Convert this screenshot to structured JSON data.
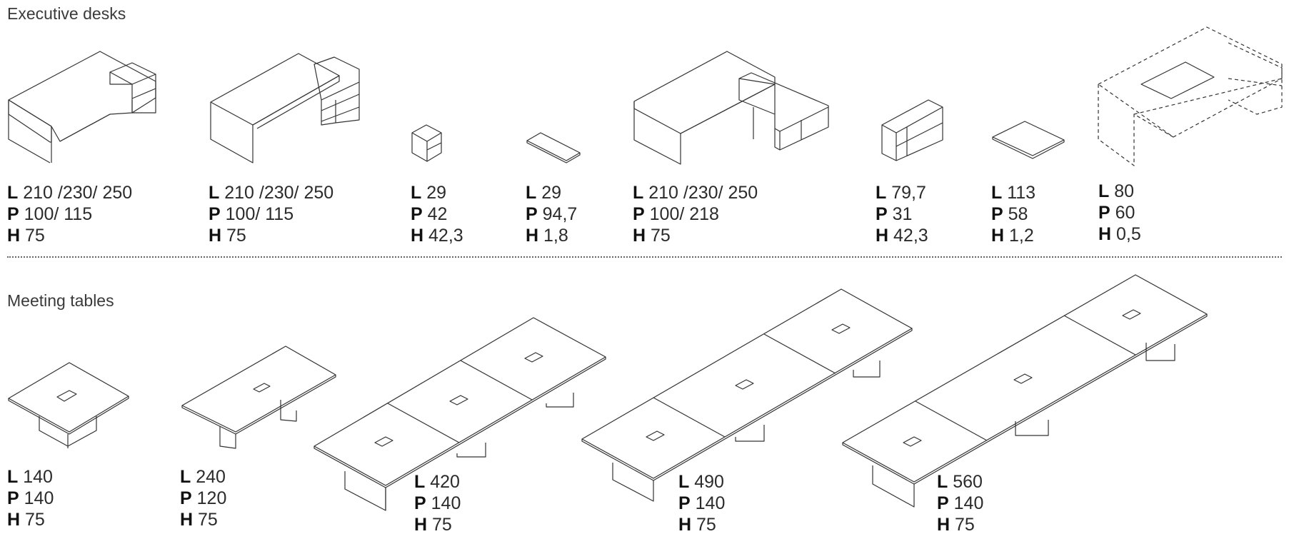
{
  "sections": {
    "executive": {
      "title": "Executive desks",
      "items": [
        {
          "L": "210 /230/ 250",
          "P": "100/ 115",
          "H": "75"
        },
        {
          "L": "210 /230/ 250",
          "P": "100/ 115",
          "H": "75"
        },
        {
          "L": "29",
          "P": "42",
          "H": "42,3"
        },
        {
          "L": "29",
          "P": "94,7",
          "H": "1,8"
        },
        {
          "L": "210 /230/ 250",
          "P": "100/ 218",
          "H": "75"
        },
        {
          "L": "79,7",
          "P": "31",
          "H": "42,3"
        },
        {
          "L": "113",
          "P": "58",
          "H": "1,2"
        },
        {
          "L": "80",
          "P": "60",
          "H": "0,5"
        }
      ]
    },
    "meeting": {
      "title": "Meeting tables",
      "items": [
        {
          "L": "140",
          "P": "140",
          "H": "75"
        },
        {
          "L": "240",
          "P": "120",
          "H": "75"
        },
        {
          "L": "420",
          "P": "140",
          "H": "75"
        },
        {
          "L": "490",
          "P": "140",
          "H": "75"
        },
        {
          "L": "560",
          "P": "140",
          "H": "75"
        }
      ]
    }
  },
  "labels": {
    "length": "L",
    "depth": "P",
    "height": "H"
  }
}
